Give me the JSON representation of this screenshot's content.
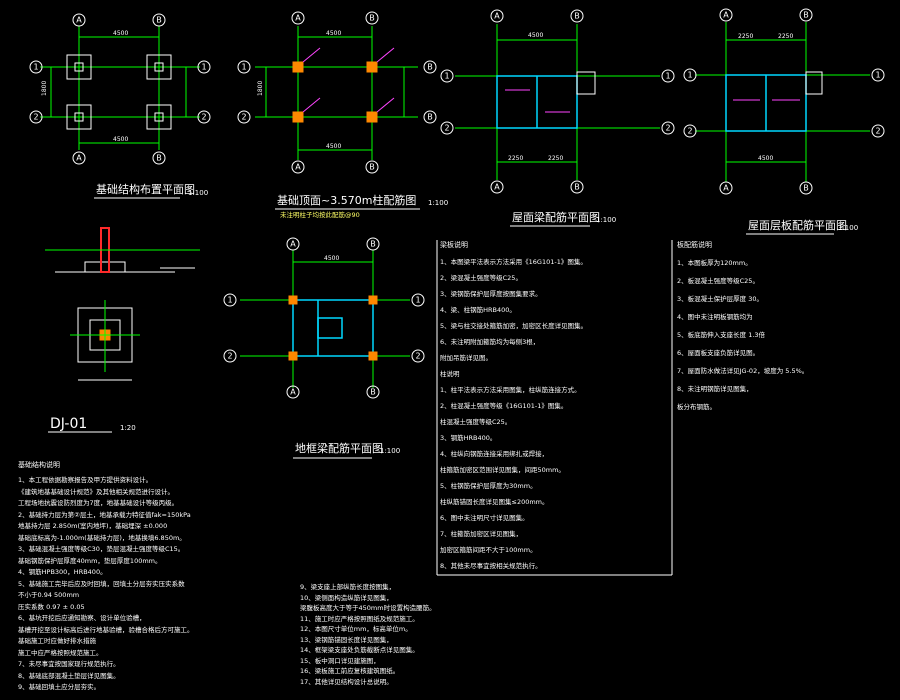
{
  "drawings": {
    "foundation_plan": {
      "title": "基础结构布置平面图",
      "scale": "1:100",
      "dim_top": "4500",
      "dim_bottom": "4500",
      "dim_side": "1800"
    },
    "column_plan": {
      "title": "基础顶面~3.570m柱配筋图",
      "scale": "1:100",
      "note": "未注明柱子均按此配筋@90",
      "dim_top": "4500",
      "dim_side": "1800"
    },
    "roof_beam_plan": {
      "title": "屋面梁配筋平面图",
      "scale": "1:100",
      "dim_top": "4500",
      "dim_bottom_left": "2250",
      "dim_bottom_right": "2250"
    },
    "roof_slab_plan": {
      "title": "屋面层板配筋平面图",
      "scale": "1:100",
      "dim_top_left": "2250",
      "dim_top_right": "2250",
      "dim_bottom": "4500"
    },
    "ground_beam_plan": {
      "title": "地框梁配筋平面图",
      "scale": "1:100",
      "dim_top": "4500"
    },
    "footing_detail": {
      "label": "DJ-01",
      "scale": "1:20"
    }
  },
  "axes": {
    "a": "A",
    "b": "B",
    "one": "1",
    "two": "2"
  },
  "notes_left": {
    "heading": "基础结构说明",
    "lines": [
      "1、本工程依据勘察报告及甲方提供资料设计。",
      "  《建筑地基基础设计规范》及其他相关规范进行设计。",
      "  工程场地抗震设防烈度为7度，地基基础设计等级丙级。",
      "2、基础持力层为第②层土，地基承载力特征值fak=150kPa",
      "  地基持力层 2.850m(室内地坪)，基础埋深 ±0.000",
      "  基础底标高为-1.000m(基础持力层)，地基换填6.850m。",
      "3、基础混凝土强度等级C30，垫层混凝土强度等级C15。",
      "  基础钢筋保护层厚度40mm，垫层厚度100mm。",
      "4、钢筋HPB300，HRB400。",
      "5、基础施工完毕后应及时回填，回填土分层夯实压实系数",
      "  不小于0.94                500mm",
      "  压实系数  0.97  ±  0.05",
      "6、基坑开挖后应通知勘察、设计单位验槽，",
      "  基槽开挖至设计标高后进行地基验槽，验槽合格后方可施工。",
      "  基础施工时应做好排水措施",
      "  施工中应严格按照规范施工。",
      "7、未尽事宜按国家现行规范执行。",
      "8、基础底部混凝土垫层详见图集。",
      "9、基础回填土应分层夯实。"
    ]
  },
  "notes_middle": {
    "heading": "梁板说明",
    "lines": [
      "1、本图梁平法表示方法采用《16G101-1》图集。",
      "2、梁混凝土强度等级C25。",
      "3、梁钢筋保护层厚度按图集要求。",
      "4、梁、柱钢筋HRB400。",
      "5、梁与柱交接处箍筋加密，加密区长度详见图集。",
      "6、未注明附加箍筋均为每侧3根，",
      "  附加吊筋详见图。",
      "柱说明",
      "1、柱平法表示方法采用图集，柱纵筋连接方式。",
      "2、柱混凝土强度等级《16G101-1》图集。",
      "  柱混凝土强度等级C25。",
      "3、钢筋HRB400。",
      "4、柱纵向钢筋连接采用绑扎或焊接，",
      "  柱箍筋加密区范围详见图集，间距50mm。",
      "5、柱钢筋保护层厚度为30mm。",
      "  柱纵筋锚固长度详见图集≤200mm。",
      "6、图中未注明尺寸详见图集。",
      "7、柱箍筋加密区详见图集，",
      "  加密区箍筋间距不大于100mm。",
      "8、其他未尽事宜按相关规范执行。"
    ]
  },
  "notes_right": {
    "heading": "板配筋说明",
    "lines": [
      "1、本图板厚为120mm。",
      "2、板混凝土强度等级C25。",
      "3、板混凝土保护层厚度 30。",
      "4、图中未注明板钢筋均为",
      "5、板底筋伸入支座长度 1.3倍",
      "6、屋面板支座负筋详见图。",
      "7、屋面防水做法详见JG-02，坡度为 5.5%。",
      "8、未注明钢筋详见图集，",
      "  板分布钢筋。"
    ]
  },
  "notes_bottom": {
    "lines": [
      "9、梁支座上部纵筋长度按图集，",
      "10、梁侧面构造纵筋详见图集，",
      "  梁腹板高度大于等于450mm时设置构造腰筋。",
      "11、施工时应严格按照图纸及规范施工。",
      "12、本图尺寸单位mm，标高单位m。",
      "13、梁钢筋锚固长度详见图集，",
      "14、框架梁支座处负筋截断点详见图集。",
      "15、板中洞口详见建施图，",
      "16、梁板施工前应复核建筑图纸。",
      "17、其他详见结构设计总说明。"
    ]
  }
}
